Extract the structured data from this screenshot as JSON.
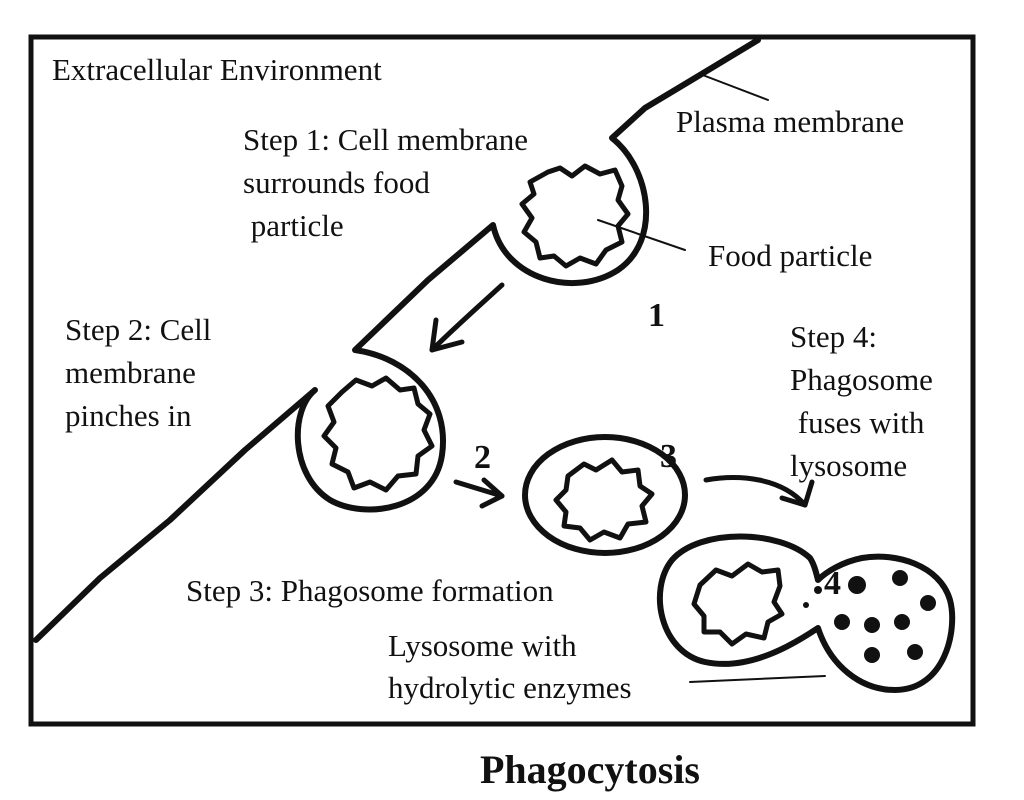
{
  "labels": {
    "environment": "Extracellular Environment",
    "plasma_membrane": "Plasma membrane",
    "step1": [
      "Step 1: Cell membrane",
      "surrounds food",
      " particle"
    ],
    "food_particle": "Food particle",
    "step2": [
      "Step 2: Cell",
      "membrane",
      "pinches in"
    ],
    "step3": "Step 3: Phagosome formation",
    "step4": [
      "Step 4:",
      "Phagosome",
      " fuses with",
      "lysosome"
    ],
    "lysosome": [
      "Lysosome with",
      "hydrolytic enzymes"
    ]
  },
  "numbers": [
    "1",
    "2",
    "3",
    "4"
  ],
  "title": "Phagocytosis"
}
